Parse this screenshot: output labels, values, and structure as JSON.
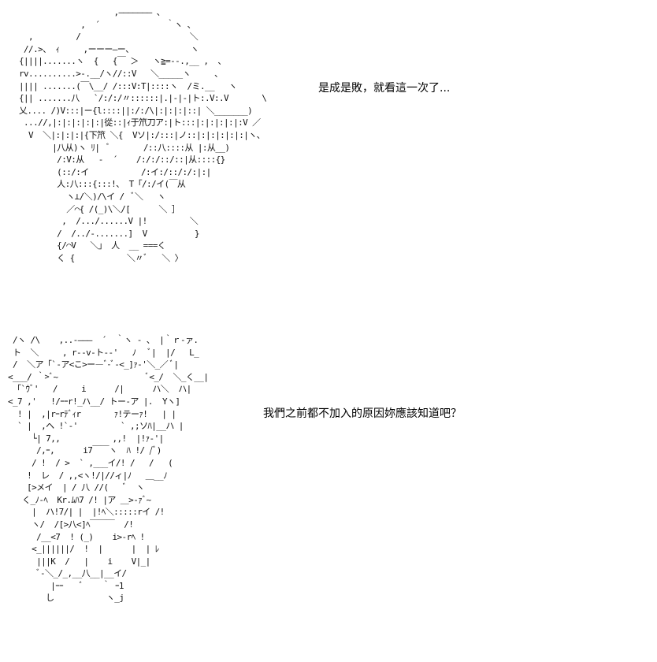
{
  "panels": [
    {
      "speech": "是成是敗，就看這一次了...",
      "art": "                    ,――――――― 、\n             ,  ´              ｀ヽ 、\n  ,         /                       ＼\n //.>、 ｨ     ,ーーー―ー、            ヽ\n{||||.......ヽ  {   {￣ ＞   ヽ≧=--.,__ ,  、\nrv..........>-.__/ヽ//::V   ＼_____ヽ     、\n|||| .......(￣\\__/ /:::V:T|::::ヽ  /ミ.__   ヽ\n{|| .......八   `/:/:/〃::::::|.|-|-|ト:.V:.V       \\\n乂.... /)V:::|ー{l::::||:/:/\\|:|:|:|::| ＼_______)\n ...//,|:|:|:|:|:|從::|ｨ于笊刀ア:|ト:::|:|:|:|:|:V ／\n  V  ＼|:|:|:|{下笊 ＼{  Vソ|:/:::|ノ::|:|:|:|:|:|ヽ、\n       |八从)ヽ ﾘ|  ﾞ       /::八::::从 |:从__)\n        /:V:从   -  ´    /:/:/::/::|从::::{}\n        (::/:イ           /:イ:/::/:/:|:|\n        人:八:::{:::!、 T「/:/イ(￣从\n          ヽ⊥/＼)/\\イ /  ﾞ＼   ヽ\n          ／⌒{ /(_)\\＼/[      ＼ ］\n         ,  /.../......V |!         ＼\n        /  /../-.......]  V          }\n        {/⌒V   ＼」 人  __ ===く\n        く {           ＼〃ﾞ   ＼ 〉"
    },
    {
      "speech": "我們之前都不加入的原因妳應該知道吧？",
      "art": " /ヽ /\\    ,..-―――  ´  ｀ヽ ‐ 、 |｀ｒ‐ァ.\n ト  ＼     , r‐‐v‐ト‐-'   ﾉ   ﾞ|  |/   L_\n /  ＼ア「`‐ア<こ>ー―ﾞ-ﾞ‐<_]ｧ‐'＼_／ ﾞ|\n<___/ ｀>ﾞ~                   ﾞ<_/  ＼_く__|\n 「`ｳﾞ'   /     i      /|      ハ＼  ハ|\n<_7 ,'   !/ｰｰr!_ハ__/ トー‐ア |.  Yヽ]\n  ! |  ,|rｰrﾃﾞｨr       ｧ!テーｧ!   | |\n  ` |  ,ヘ !`-'         ` ,;ソﾊ|__ハ |\n     └| 7,,           ,,!  |!ｧ-'|\n      /,ｰ,      i7￣￣ヽ  ﾊ !/ /ﾞ)\n     / !  / >  ` ,___イ/! /   /   (\n    !  レ  / ,,<ヽ!/|//ィ|ﾉ   ＿__ﾉ\n    [>メイ  | / 八 //(   ﾞ  ヽ\n   く_ﾉ-ﾍ  Kr.ﾑﾊ7 /! |ア ＿>-ｧﾞ~\n     |  ハ!7/| |  |!ﾍ＼:::::rイ /!\n     ヽ/  /[>八<]ﾍ￣￣￣  /!\n      /__<7  ! (_)    i>-rﾍ !\n     <_||||||/  !  |      |  | ﾚ\n      |||K  /   |    i    V|_|\n      ﾞ-＼_/_,__八__|__イ/\n         |ｰｰ    ﾞ    ｀ ｰ1\n        し           ヽ_j"
    }
  ]
}
